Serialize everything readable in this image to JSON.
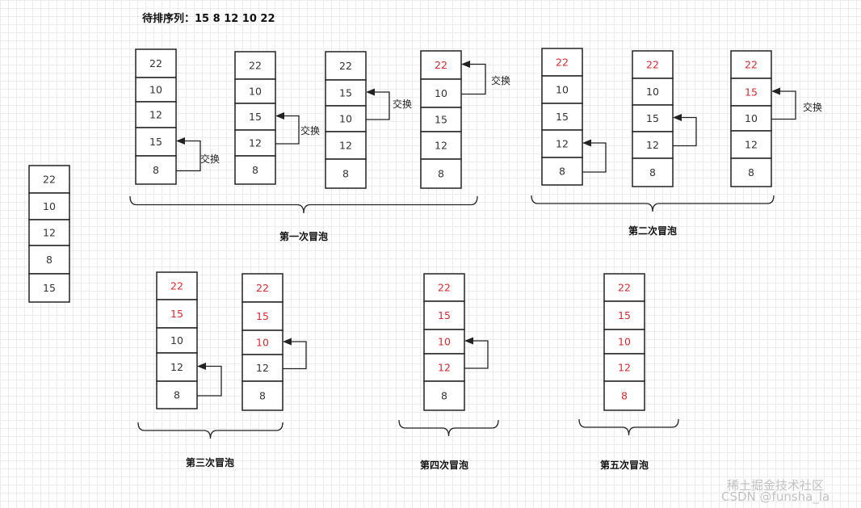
{
  "title": "待排序列：15 8 12  10  22",
  "colors": {
    "normal": "#333333",
    "sorted": "#e0262b",
    "line": "#222222"
  },
  "initial_column": [
    "22",
    "10",
    "12",
    "8",
    "15"
  ],
  "swap_label": "交换",
  "passes": [
    {
      "label": "第一次冒泡",
      "columns": [
        {
          "cells": [
            "22",
            "10",
            "12",
            "15",
            "8"
          ],
          "sorted": [],
          "swap": true
        },
        {
          "cells": [
            "22",
            "10",
            "15",
            "12",
            "8"
          ],
          "sorted": [],
          "swap": true
        },
        {
          "cells": [
            "22",
            "15",
            "10",
            "12",
            "8"
          ],
          "sorted": [],
          "swap": true
        },
        {
          "cells": [
            "22",
            "10",
            "15",
            "12",
            "8"
          ],
          "sorted": [
            0
          ],
          "swap": true
        }
      ]
    },
    {
      "label": "第二次冒泡",
      "columns": [
        {
          "cells": [
            "22",
            "10",
            "15",
            "12",
            "8"
          ],
          "sorted": [
            0
          ],
          "swap": false
        },
        {
          "cells": [
            "22",
            "10",
            "15",
            "12",
            "8"
          ],
          "sorted": [
            0
          ],
          "swap": false
        },
        {
          "cells": [
            "22",
            "15",
            "10",
            "12",
            "8"
          ],
          "sorted": [
            0,
            1
          ],
          "swap": true
        }
      ]
    },
    {
      "label": "第三次冒泡",
      "columns": [
        {
          "cells": [
            "22",
            "15",
            "10",
            "12",
            "8"
          ],
          "sorted": [
            0,
            1
          ],
          "swap": false
        },
        {
          "cells": [
            "22",
            "15",
            "10",
            "12",
            "8"
          ],
          "sorted": [
            0,
            1,
            2
          ],
          "swap": false
        }
      ]
    },
    {
      "label": "第四次冒泡",
      "columns": [
        {
          "cells": [
            "22",
            "15",
            "10",
            "12",
            "8"
          ],
          "sorted": [
            0,
            1,
            2,
            3
          ],
          "swap": false
        }
      ]
    },
    {
      "label": "第五次冒泡",
      "columns": [
        {
          "cells": [
            "22",
            "15",
            "10",
            "12",
            "8"
          ],
          "sorted": [
            0,
            1,
            2,
            3,
            4
          ],
          "swap": false
        }
      ]
    }
  ],
  "watermark": "稀土掘金技术社区",
  "watermark_sub": "CSDN @funsha_la"
}
